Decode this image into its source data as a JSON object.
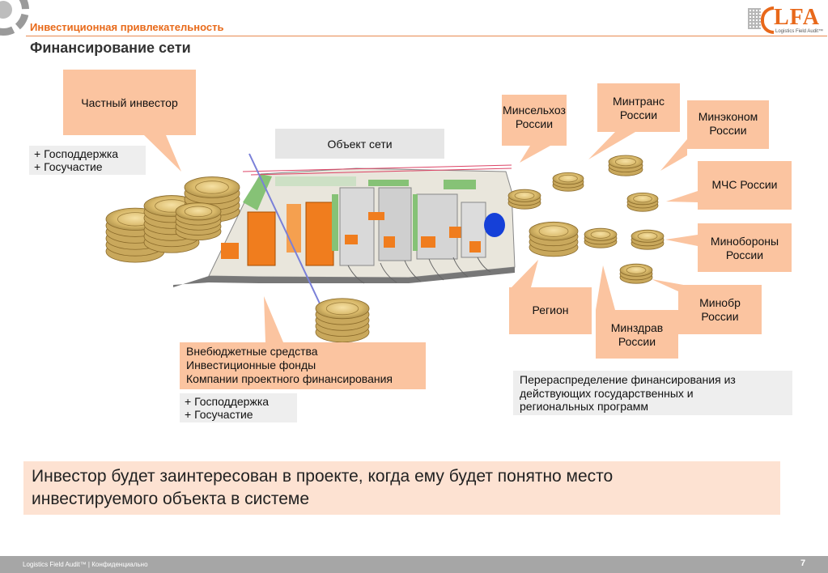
{
  "header": {
    "section": "Инвестиционная привлекательность",
    "title": "Финансирование сети"
  },
  "logo": {
    "word": "LFA",
    "tagline": "Logistics Field Audit™"
  },
  "left": {
    "private_investor": "Частный инвестор",
    "support_notes": [
      "+ Господдержка",
      "+ Госучастие"
    ]
  },
  "center": {
    "object_label": "Объект сети",
    "offbudget_lines": [
      "Внебюджетные средства",
      "Инвестиционные фонды",
      "Компании проектного финансирования"
    ],
    "support_notes": [
      "+ Господдержка",
      "+ Госучастие"
    ]
  },
  "ministries": {
    "minselhoz": [
      "Минсельхоз",
      "России"
    ],
    "mintrans": [
      "Минтранс",
      "России"
    ],
    "minekonom": [
      "Минэконом",
      "России"
    ],
    "mchs": [
      "МЧС России"
    ],
    "minoborony": [
      "Минобороны",
      "России"
    ],
    "minobr": [
      "Минобр",
      "России"
    ],
    "minzdrav": [
      "Минздрав",
      "России"
    ],
    "region": [
      "Регион"
    ]
  },
  "redistribution_note": [
    "Перераспределение финансирования из",
    "действующих государственных и",
    "региональных программ"
  ],
  "conclusion": [
    "Инвестор будет заинтересован в проекте, когда ему будет понятно место",
    "инвестируемого объекта в системе"
  ],
  "footer": {
    "text": "Logistics Field Audit™ | Конфиденциально",
    "page": "7"
  },
  "colors": {
    "accent": "#e8681a",
    "callout": "#fbc4a0",
    "note": "#eeeeee",
    "conclusion_bg": "#fde2d2"
  }
}
